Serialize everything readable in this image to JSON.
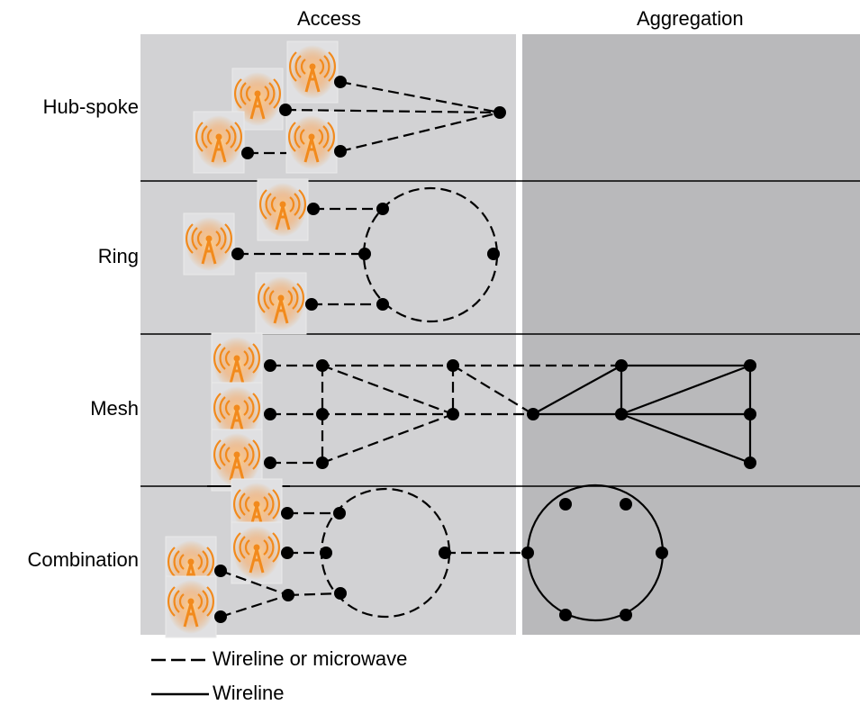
{
  "columns": {
    "access": "Access",
    "aggregation": "Aggregation"
  },
  "rows": [
    {
      "label": "Hub-spoke"
    },
    {
      "label": "Ring"
    },
    {
      "label": "Mesh"
    },
    {
      "label": "Combination"
    }
  ],
  "legend": {
    "dashed_label": "Wireline or microwave",
    "solid_label": "Wireline"
  },
  "colors": {
    "access_bg": "#d2d2d4",
    "aggregation_bg": "#b9b9bb",
    "antenna": "#f28a1c",
    "node": "#000000"
  },
  "icons": {
    "antenna": "radio-tower-icon"
  }
}
